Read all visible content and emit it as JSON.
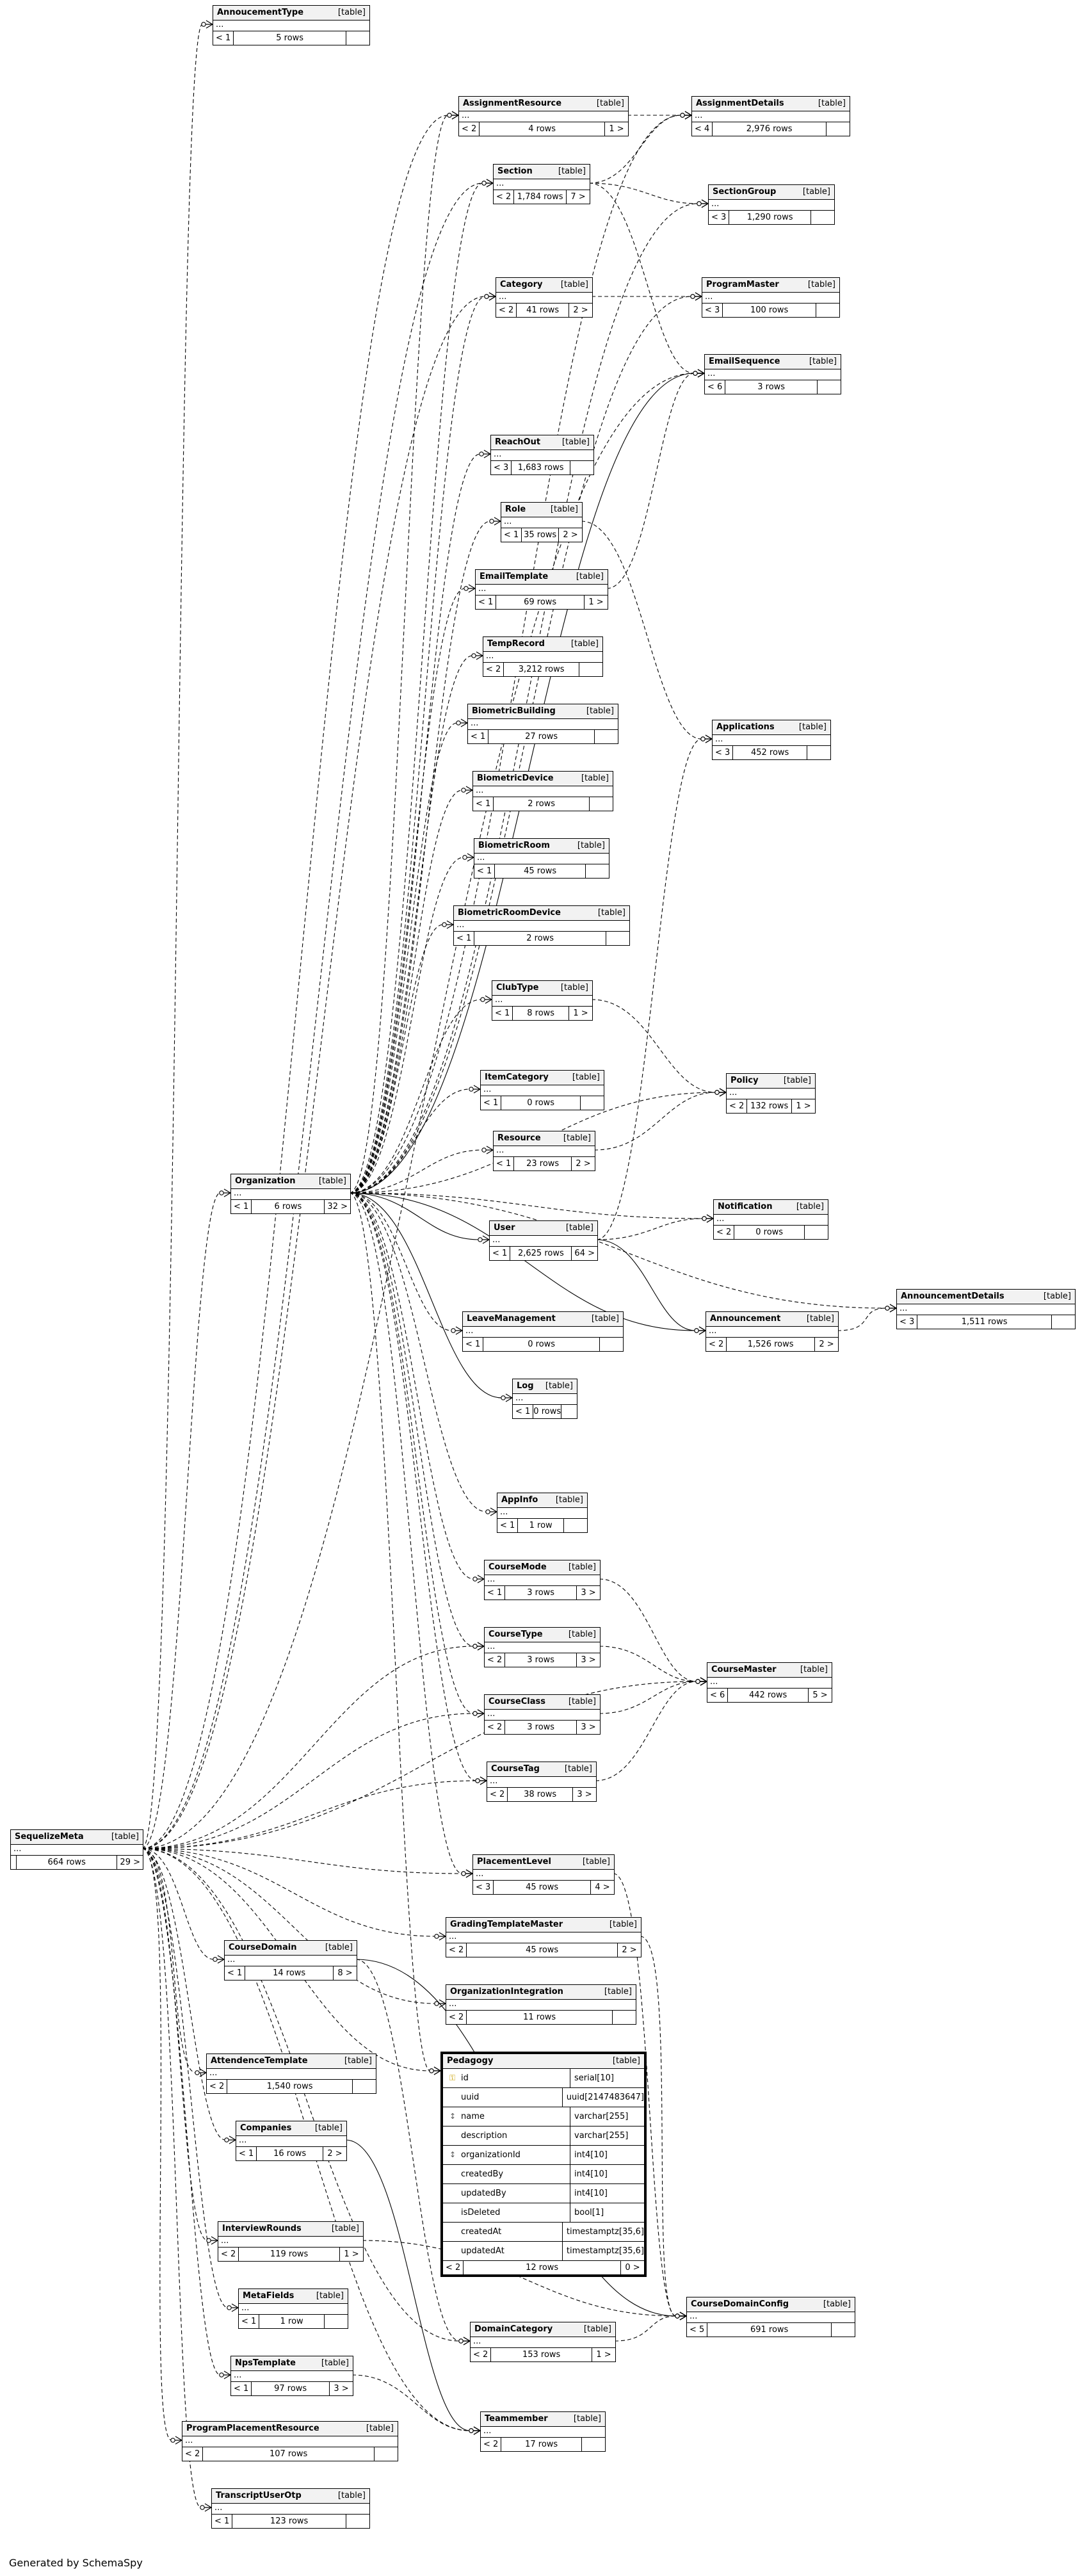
{
  "footer": "Generated by SchemaSpy",
  "type_label": "[table]",
  "tables": [
    {
      "name": "AnnoucementType",
      "parents": "< 1",
      "rows": "5 rows",
      "children": ""
    },
    {
      "name": "AssignmentResource",
      "parents": "< 2",
      "rows": "4 rows",
      "children": "1 >"
    },
    {
      "name": "AssignmentDetails",
      "parents": "< 4",
      "rows": "2,976 rows",
      "children": ""
    },
    {
      "name": "Section",
      "parents": "< 2",
      "rows": "1,784 rows",
      "children": "7 >"
    },
    {
      "name": "SectionGroup",
      "parents": "< 3",
      "rows": "1,290 rows",
      "children": ""
    },
    {
      "name": "Category",
      "parents": "< 2",
      "rows": "41 rows",
      "children": "2 >"
    },
    {
      "name": "ProgramMaster",
      "parents": "< 3",
      "rows": "100 rows",
      "children": ""
    },
    {
      "name": "EmailSequence",
      "parents": "< 6",
      "rows": "3 rows",
      "children": ""
    },
    {
      "name": "ReachOut",
      "parents": "< 3",
      "rows": "1,683 rows",
      "children": ""
    },
    {
      "name": "Role",
      "parents": "< 1",
      "rows": "35 rows",
      "children": "2 >"
    },
    {
      "name": "EmailTemplate",
      "parents": "< 1",
      "rows": "69 rows",
      "children": "1 >"
    },
    {
      "name": "TempRecord",
      "parents": "< 2",
      "rows": "3,212 rows",
      "children": ""
    },
    {
      "name": "BiometricBuilding",
      "parents": "< 1",
      "rows": "27 rows",
      "children": ""
    },
    {
      "name": "Applications",
      "parents": "< 3",
      "rows": "452 rows",
      "children": ""
    },
    {
      "name": "BiometricDevice",
      "parents": "< 1",
      "rows": "2 rows",
      "children": ""
    },
    {
      "name": "BiometricRoom",
      "parents": "< 1",
      "rows": "45 rows",
      "children": ""
    },
    {
      "name": "BiometricRoomDevice",
      "parents": "< 1",
      "rows": "2 rows",
      "children": ""
    },
    {
      "name": "ClubType",
      "parents": "< 1",
      "rows": "8 rows",
      "children": "1 >"
    },
    {
      "name": "ItemCategory",
      "parents": "< 1",
      "rows": "0 rows",
      "children": ""
    },
    {
      "name": "Policy",
      "parents": "< 2",
      "rows": "132 rows",
      "children": "1 >"
    },
    {
      "name": "Resource",
      "parents": "< 1",
      "rows": "23 rows",
      "children": "2 >"
    },
    {
      "name": "Organization",
      "parents": "< 1",
      "rows": "6 rows",
      "children": "32 >"
    },
    {
      "name": "User",
      "parents": "< 1",
      "rows": "2,625 rows",
      "children": "64 >"
    },
    {
      "name": "Notification",
      "parents": "< 2",
      "rows": "0 rows",
      "children": ""
    },
    {
      "name": "AnnouncementDetails",
      "parents": "< 3",
      "rows": "1,511 rows",
      "children": ""
    },
    {
      "name": "LeaveManagement",
      "parents": "< 1",
      "rows": "0 rows",
      "children": ""
    },
    {
      "name": "Announcement",
      "parents": "< 2",
      "rows": "1,526 rows",
      "children": "2 >"
    },
    {
      "name": "Log",
      "parents": "< 1",
      "rows": "0 rows",
      "children": ""
    },
    {
      "name": "AppInfo",
      "parents": "< 1",
      "rows": "1 row",
      "children": ""
    },
    {
      "name": "CourseMode",
      "parents": "< 1",
      "rows": "3 rows",
      "children": "3 >"
    },
    {
      "name": "CourseType",
      "parents": "< 2",
      "rows": "3 rows",
      "children": "3 >"
    },
    {
      "name": "CourseMaster",
      "parents": "< 6",
      "rows": "442 rows",
      "children": "5 >"
    },
    {
      "name": "CourseClass",
      "parents": "< 2",
      "rows": "3 rows",
      "children": "3 >"
    },
    {
      "name": "CourseTag",
      "parents": "< 2",
      "rows": "38 rows",
      "children": "3 >"
    },
    {
      "name": "SequelizeMeta",
      "parents": "",
      "rows": "664 rows",
      "children": "29 >"
    },
    {
      "name": "PlacementLevel",
      "parents": "< 3",
      "rows": "45 rows",
      "children": "4 >"
    },
    {
      "name": "GradingTemplateMaster",
      "parents": "< 2",
      "rows": "45 rows",
      "children": "2 >"
    },
    {
      "name": "CourseDomain",
      "parents": "< 1",
      "rows": "14 rows",
      "children": "8 >"
    },
    {
      "name": "OrganizationIntegration",
      "parents": "< 2",
      "rows": "11 rows",
      "children": ""
    },
    {
      "name": "AttendenceTemplate",
      "parents": "< 2",
      "rows": "1,540 rows",
      "children": ""
    },
    {
      "name": "Companies",
      "parents": "< 1",
      "rows": "16 rows",
      "children": "2 >"
    },
    {
      "name": "InterviewRounds",
      "parents": "< 2",
      "rows": "119 rows",
      "children": "1 >"
    },
    {
      "name": "MetaFields",
      "parents": "< 1",
      "rows": "1 row",
      "children": ""
    },
    {
      "name": "CourseDomainConfig",
      "parents": "< 5",
      "rows": "691 rows",
      "children": ""
    },
    {
      "name": "DomainCategory",
      "parents": "< 2",
      "rows": "153 rows",
      "children": "1 >"
    },
    {
      "name": "NpsTemplate",
      "parents": "< 1",
      "rows": "97 rows",
      "children": "3 >"
    },
    {
      "name": "Teammember",
      "parents": "< 2",
      "rows": "17 rows",
      "children": ""
    },
    {
      "name": "ProgramPlacementResource",
      "parents": "< 2",
      "rows": "107 rows",
      "children": ""
    },
    {
      "name": "TranscriptUserOtp",
      "parents": "< 1",
      "rows": "123 rows",
      "children": ""
    }
  ],
  "focus": {
    "name": "Pedagogy",
    "type": "[table]",
    "columns": [
      {
        "name": "id",
        "type": "serial[10]",
        "key": "pk"
      },
      {
        "name": "uuid",
        "type": "uuid[2147483647]",
        "key": ""
      },
      {
        "name": "name",
        "type": "varchar[255]",
        "key": "fk"
      },
      {
        "name": "description",
        "type": "varchar[255]",
        "key": ""
      },
      {
        "name": "organizationId",
        "type": "int4[10]",
        "key": "fk"
      },
      {
        "name": "createdBy",
        "type": "int4[10]",
        "key": ""
      },
      {
        "name": "updatedBy",
        "type": "int4[10]",
        "key": ""
      },
      {
        "name": "isDeleted",
        "type": "bool[1]",
        "key": ""
      },
      {
        "name": "createdAt",
        "type": "timestamptz[35,6]",
        "key": ""
      },
      {
        "name": "updatedAt",
        "type": "timestamptz[35,6]",
        "key": ""
      }
    ],
    "parents": "< 2",
    "rows": "12 rows",
    "children": "0 >"
  }
}
